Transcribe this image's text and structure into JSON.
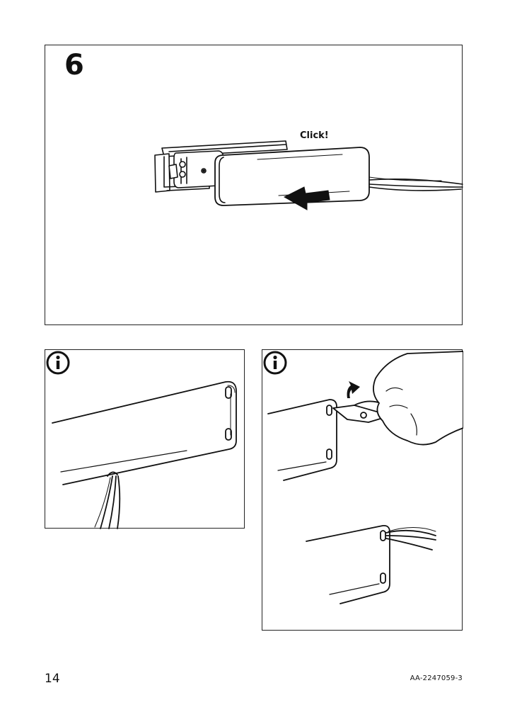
{
  "step": {
    "number": "6",
    "click_text": "Click!"
  },
  "footer": {
    "page_number": "14",
    "document_id": "AA-2247059-3"
  }
}
